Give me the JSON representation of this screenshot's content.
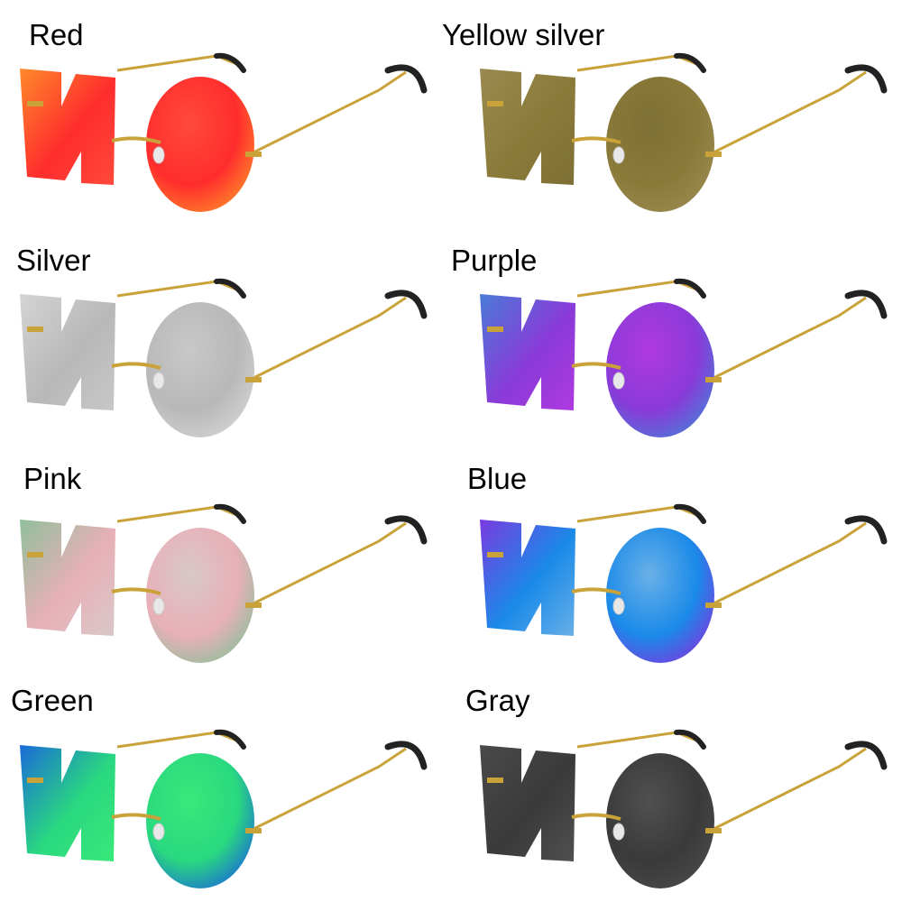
{
  "variants": [
    {
      "label": "Red",
      "lens_colors": [
        "#ff8a2a",
        "#ff2d2d",
        "#ff4a3a"
      ]
    },
    {
      "label": "Yellow silver",
      "lens_colors": [
        "#9a8a50",
        "#8a7a3a",
        "#7e6f35"
      ]
    },
    {
      "label": "Silver",
      "lens_colors": [
        "#d4d4d4",
        "#b8b8b8",
        "#c8c8c8"
      ]
    },
    {
      "label": "Purple",
      "lens_colors": [
        "#4a7bd8",
        "#8a3ad8",
        "#b03ae0"
      ]
    },
    {
      "label": "Pink",
      "lens_colors": [
        "#8fbf9a",
        "#e8b0b8",
        "#d8c8c8"
      ]
    },
    {
      "label": "Blue",
      "lens_colors": [
        "#7a3ae0",
        "#1a8ae8",
        "#6ab0e8"
      ]
    },
    {
      "label": "Green",
      "lens_colors": [
        "#1a6ad8",
        "#2ad880",
        "#3ae87a"
      ]
    },
    {
      "label": "Gray",
      "lens_colors": [
        "#4a4a4a",
        "#3a3a3a",
        "#505050"
      ]
    }
  ],
  "frame_color": "#c9a23a",
  "temple_tip_color": "#222222"
}
